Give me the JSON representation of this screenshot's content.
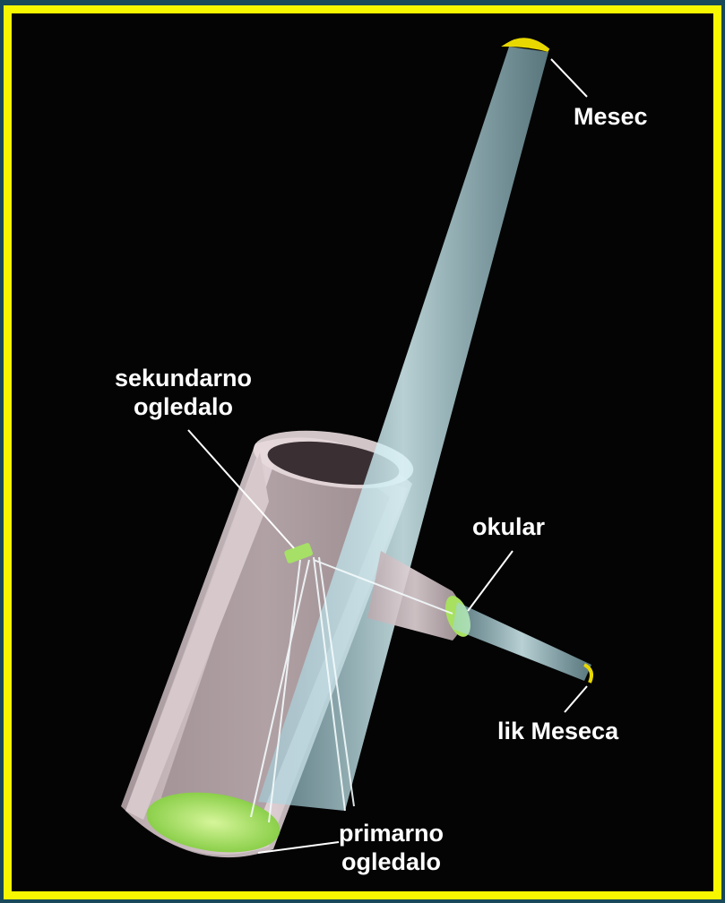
{
  "labels": {
    "moon": "Mesec",
    "secondary_mirror": [
      "sekundarno",
      "ogledalo"
    ],
    "eyepiece": "okular",
    "moon_image": "lik Meseca",
    "primary_mirror": [
      "primarno",
      "ogledalo"
    ]
  },
  "colors": {
    "frame_border": "#f7f700",
    "background": "#040404",
    "outer_bg": "#1a4a5a",
    "tube": "#d8c8cc",
    "mirror": "#9be05a",
    "moon": "#e8d800",
    "beam": "#bfe8f0"
  }
}
